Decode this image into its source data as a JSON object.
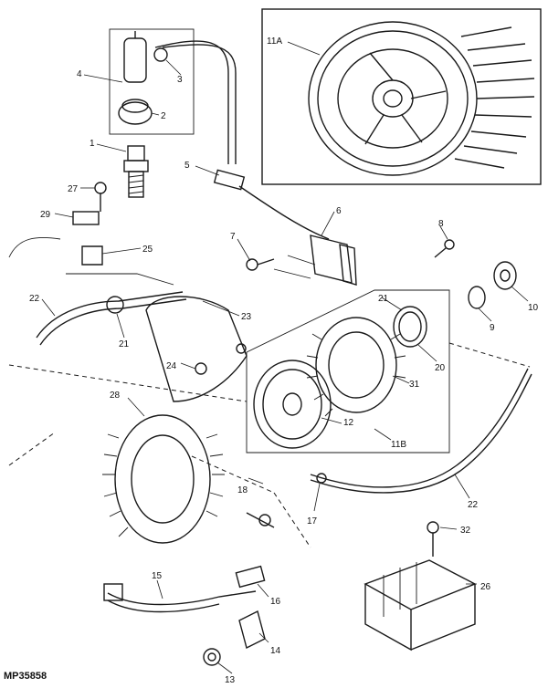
{
  "figure_id": "MP35858",
  "callouts": [
    {
      "key": "c11A",
      "label": "11A"
    },
    {
      "key": "c4",
      "label": "4"
    },
    {
      "key": "c2",
      "label": "2"
    },
    {
      "key": "c3",
      "label": "3"
    },
    {
      "key": "c1",
      "label": "1"
    },
    {
      "key": "c5",
      "label": "5"
    },
    {
      "key": "c6",
      "label": "6"
    },
    {
      "key": "c7",
      "label": "7"
    },
    {
      "key": "c8",
      "label": "8"
    },
    {
      "key": "c27",
      "label": "27"
    },
    {
      "key": "c29",
      "label": "29"
    },
    {
      "key": "c25",
      "label": "25"
    },
    {
      "key": "c22a",
      "label": "22"
    },
    {
      "key": "c21a",
      "label": "21"
    },
    {
      "key": "c21b",
      "label": "21"
    },
    {
      "key": "c23",
      "label": "23"
    },
    {
      "key": "c24",
      "label": "24"
    },
    {
      "key": "c9",
      "label": "9"
    },
    {
      "key": "c10",
      "label": "10"
    },
    {
      "key": "c20",
      "label": "20"
    },
    {
      "key": "c31",
      "label": "31"
    },
    {
      "key": "c12",
      "label": "12"
    },
    {
      "key": "c11B",
      "label": "11B"
    },
    {
      "key": "c28",
      "label": "28"
    },
    {
      "key": "c18",
      "label": "18"
    },
    {
      "key": "c17",
      "label": "17"
    },
    {
      "key": "c22b",
      "label": "22"
    },
    {
      "key": "c32",
      "label": "32"
    },
    {
      "key": "c26",
      "label": "26"
    },
    {
      "key": "c15",
      "label": "15"
    },
    {
      "key": "c16",
      "label": "16"
    },
    {
      "key": "c14",
      "label": "14"
    },
    {
      "key": "c13",
      "label": "13"
    }
  ],
  "labels": {
    "c11A": "11A"
  }
}
